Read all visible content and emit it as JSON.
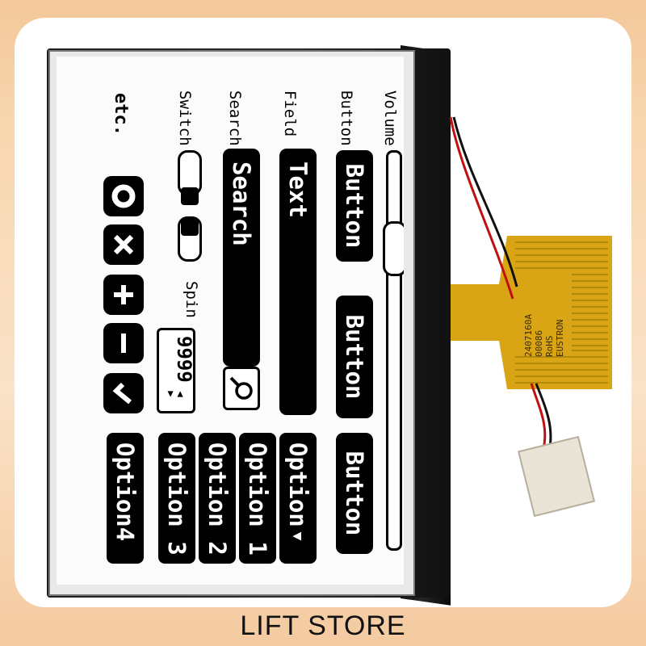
{
  "watermark": "LIFT STORE",
  "cable_print": {
    "line1": "2407160A",
    "line2": "00086",
    "line3": "RoHS",
    "line4": "EUSTRON"
  },
  "display": {
    "volume_label": "Volume",
    "button_label": "Button",
    "buttons": [
      "Button",
      "Button",
      "Button"
    ],
    "field_label": "Field",
    "field_value": "Text",
    "search_label": "Search",
    "search_placeholder": "Search",
    "switch_label": "Switch",
    "spin_label": "Spin",
    "spin_value": "9999",
    "etc_label": "etc.",
    "dropdown_label": "Option",
    "options": [
      "Option 1",
      "Option 2",
      "Option 3",
      "Option4"
    ],
    "volume_level": 0.15
  },
  "icons": [
    "radio-icon",
    "close-icon",
    "plus-icon",
    "minus-icon",
    "check-icon",
    "search-icon",
    "arrow-left-icon",
    "arrow-right-icon",
    "chevron-down-icon"
  ]
}
